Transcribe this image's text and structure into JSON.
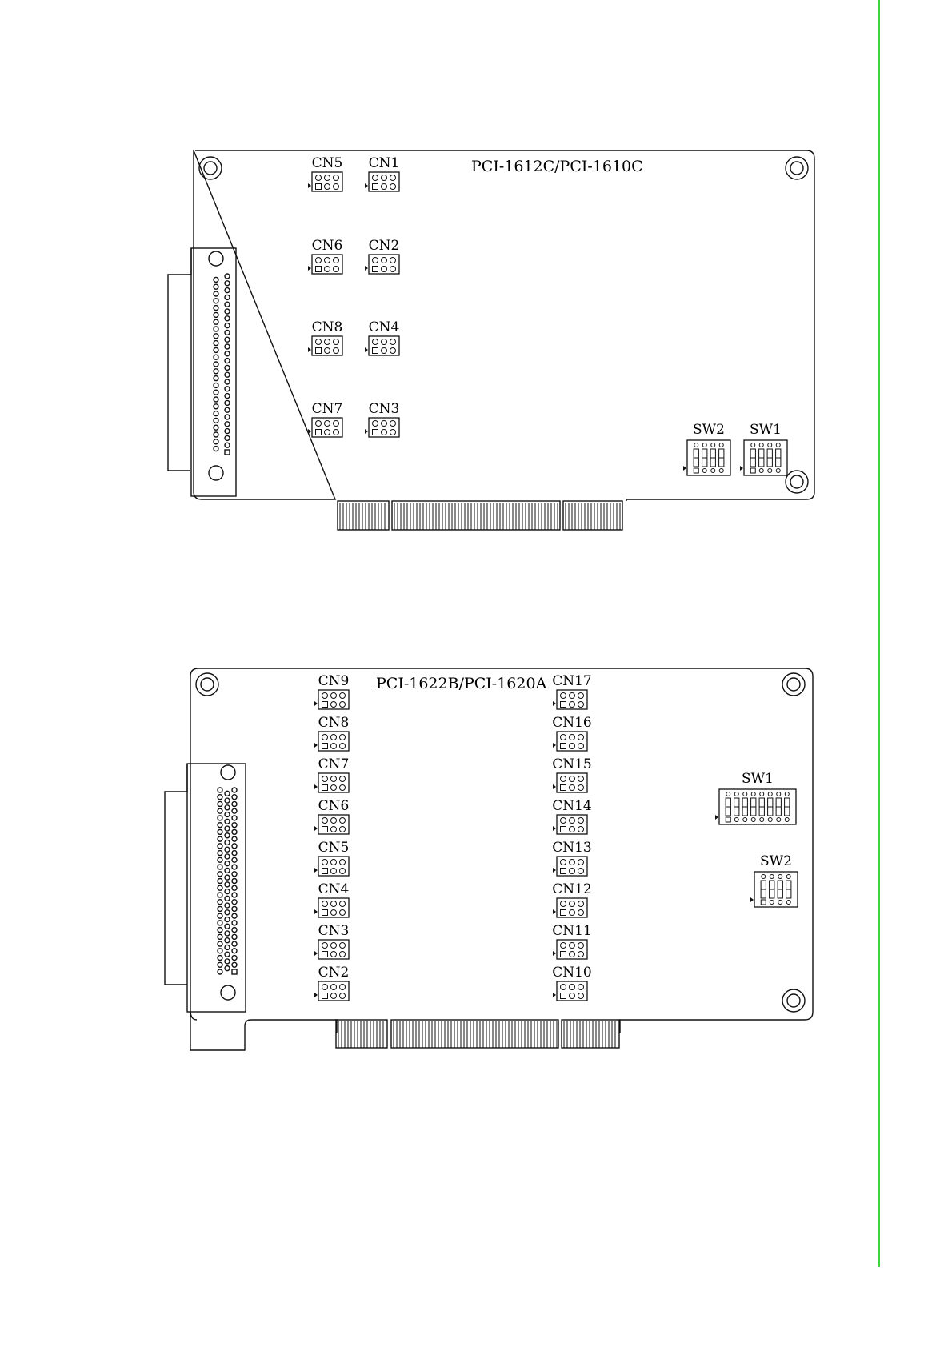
{
  "accent_color": "#3ed43e",
  "line_color": "#111111",
  "boards": [
    {
      "title": "PCI-1612C/PCI-1610C",
      "connectors": [
        "CN5",
        "CN1",
        "CN6",
        "CN2",
        "CN8",
        "CN4",
        "CN7",
        "CN3"
      ],
      "switches": [
        "SW2",
        "SW1"
      ]
    },
    {
      "title": "PCI-1622B/PCI-1620A",
      "connectors": [
        "CN9",
        "CN8",
        "CN7",
        "CN6",
        "CN5",
        "CN4",
        "CN3",
        "CN2",
        "CN17",
        "CN16",
        "CN15",
        "CN14",
        "CN13",
        "CN12",
        "CN11",
        "CN10"
      ],
      "switches": [
        "SW1",
        "SW2"
      ]
    }
  ]
}
